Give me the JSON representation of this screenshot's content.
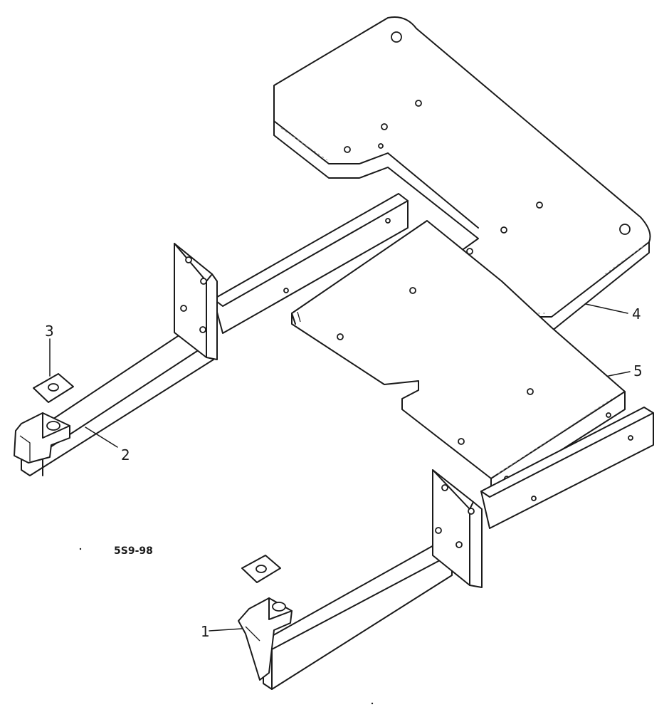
{
  "callouts": {
    "part_1": "1",
    "part_2": "2",
    "part_3": "3",
    "part_4": "4",
    "part_5": "5"
  },
  "figure_ref": "5S9-98"
}
